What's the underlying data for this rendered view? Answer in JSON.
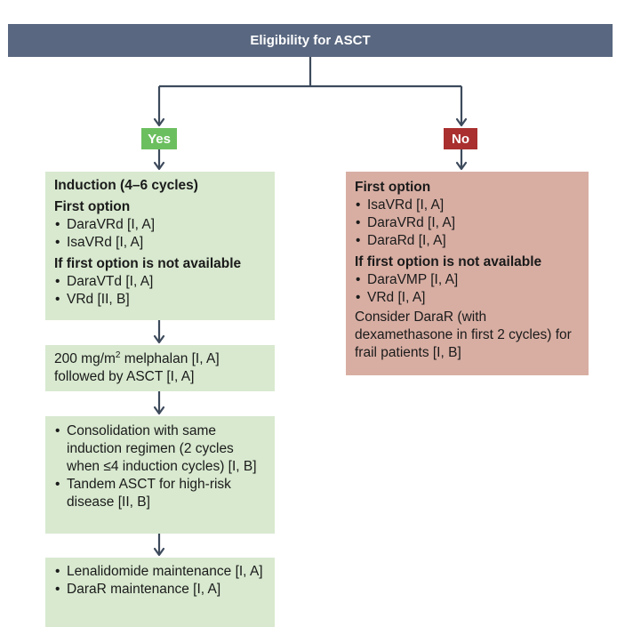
{
  "header": {
    "title": "Eligibility for ASCT"
  },
  "branches": {
    "yes_label": "Yes",
    "no_label": "No"
  },
  "yes_path": {
    "induction": {
      "title": "Induction (4–6 cycles)",
      "first_option_label": "First option",
      "first_option_items": [
        "DaraVRd [I, A]",
        "IsaVRd [I, A]"
      ],
      "fallback_label": "If first option is not available",
      "fallback_items": [
        "DaraVTd [I, A]",
        "VRd [II, B]"
      ]
    },
    "transplant": {
      "line1_prefix": "200 mg/m",
      "line1_sup": "2",
      "line1_suffix": " melphalan [I, A]",
      "line2": "followed by ASCT [I, A]"
    },
    "consolidation": {
      "items": [
        "Consolidation with same induction regimen (2 cycles when ≤4 induction cycles) [I, B]",
        "Tandem ASCT for high-risk disease [II, B]"
      ]
    },
    "maintenance": {
      "items": [
        "Lenalidomide maintenance [I, A]",
        "DaraR maintenance [I, A]"
      ]
    }
  },
  "no_path": {
    "first_option_label": "First option",
    "first_option_items": [
      "IsaVRd [I, A]",
      "DaraVRd [I, A]",
      "DaraRd [I, A]"
    ],
    "fallback_label": "If first option is not available",
    "fallback_items": [
      "DaraVMP [I, A]",
      "VRd [I, A]"
    ],
    "note": "Consider DaraR (with dexamethasone in first 2 cycles) for frail patients [I, B]"
  },
  "colors": {
    "header_bg": "#596780",
    "yes_tag": "#6cbf5f",
    "no_tag": "#a9302f",
    "yes_box": "#d8e9cf",
    "no_box": "#d8aea3",
    "connector": "#3d4a5c"
  }
}
